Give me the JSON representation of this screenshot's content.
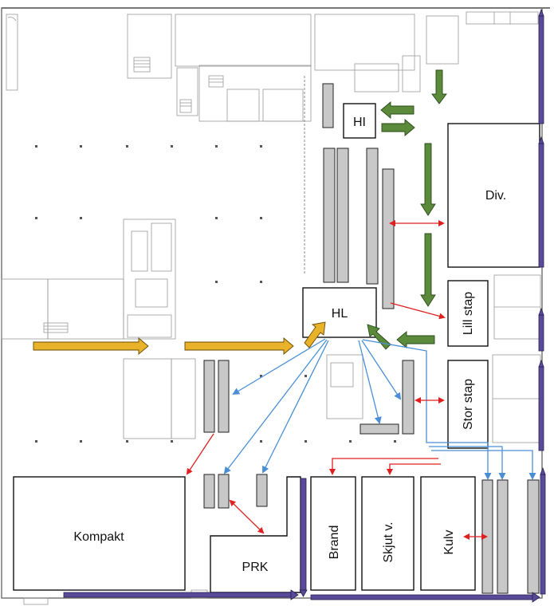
{
  "zones": {
    "hi": "HI",
    "div": "Div.",
    "hl": "HL",
    "lill_stap": "Lill stap",
    "stor_stap": "Stor stap",
    "kompakt": "Kompakt",
    "prk": "PRK",
    "brand": "Brand",
    "skjut_v": "Skjut v.",
    "kulv": "Kulv"
  },
  "colors": {
    "inbound_arrow": "#e8b32a",
    "green_flow": "#5b8a3a",
    "blue_flow": "#4a8fd6",
    "red_flow": "#e02020",
    "purple_line": "#5a4a9a",
    "rack_fill": "#c8c8c8"
  }
}
